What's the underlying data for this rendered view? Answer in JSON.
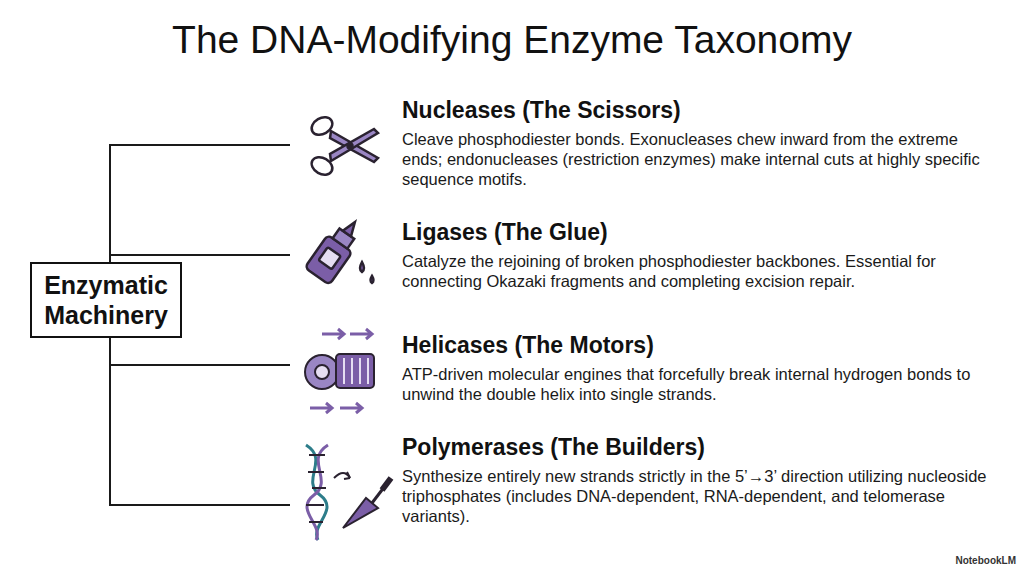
{
  "diagram": {
    "title": "The DNA-Modifying Enzyme Taxonomy",
    "nodes": [
      {
        "text": [
          "Enzymatic Machinery"
        ]
      },
      {
        "text": [
          "Nucleases (The Scissors)",
          "Cleave phosphodiester bonds. Exonucleases chew inward from the extreme ends; endonucleases (restriction enzymes) make internal cuts at highly specific sequence motifs."
        ]
      },
      {
        "text": [
          "Ligases (The Glue)",
          "Catalyze the rejoining of broken phosphodiester backbones. Essential for connecting Okazaki fragments and completing excision repair."
        ]
      },
      {
        "text": [
          "Helicases (The Motors)",
          "ATP-driven molecular engines that forcefully break internal hydrogen bonds to unwind the double helix into single strands."
        ]
      },
      {
        "text": [
          "Polymerases (The Builders)",
          "Synthesize entirely new strands strictly in the 5’→3’ direction utilizing nucleoside triphosphates (includes DNA-dependent, RNA-dependent, and telomerase variants)."
        ]
      }
    ],
    "edges": [
      {
        "from": 0,
        "to": 1,
        "arrow": "none"
      },
      {
        "from": 0,
        "to": 2,
        "arrow": "none"
      },
      {
        "from": 0,
        "to": 3,
        "arrow": "none"
      },
      {
        "from": 0,
        "to": 4,
        "arrow": "none"
      }
    ],
    "labels": [
      "NotebookLM"
    ]
  }
}
